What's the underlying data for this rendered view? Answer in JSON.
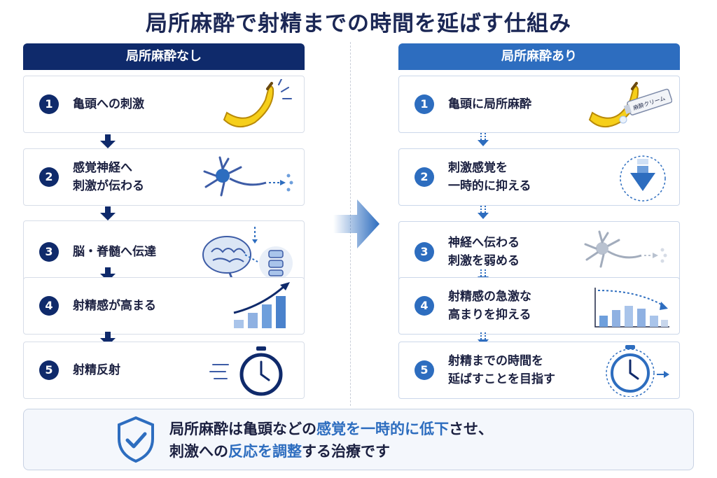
{
  "title": "局所麻酔で射精までの時間を延ばす仕組み",
  "left": {
    "header": "局所麻酔なし",
    "steps": [
      {
        "num": "1",
        "line1": "亀頭への刺激",
        "line2": ""
      },
      {
        "num": "2",
        "line1": "感覚神経へ",
        "line2": "刺激が伝わる"
      },
      {
        "num": "3",
        "line1": "脳・脊髄へ伝達",
        "line2": ""
      },
      {
        "num": "4",
        "line1": "射精感が高まる",
        "line2": ""
      },
      {
        "num": "5",
        "line1": "射精反射",
        "line2": ""
      }
    ]
  },
  "right": {
    "header": "局所麻酔あり",
    "steps": [
      {
        "num": "1",
        "line1": "亀頭に局所麻酔",
        "line2": ""
      },
      {
        "num": "2",
        "line1": "刺激感覚を",
        "line2": "一時的に抑える"
      },
      {
        "num": "3",
        "line1": "神経へ伝わる",
        "line2": "刺激を弱める"
      },
      {
        "num": "4",
        "line1": "射精感の急激な",
        "line2": "高まりを抑える"
      },
      {
        "num": "5",
        "line1": "射精までの時間を",
        "line2": "延ばすことを目指す"
      }
    ],
    "cream_label": "麻酔クリーム"
  },
  "summary": {
    "line1_a": "局所麻酔は亀頭などの",
    "line1_hl": "感覚を一時的に低下",
    "line1_b": "させ、",
    "line2_a": "刺激への",
    "line2_hl": "反応を調整",
    "line2_b": "する治療です"
  },
  "icons": {
    "left": [
      "banana-icon",
      "neuron-icon",
      "brain-spine-icon",
      "bar-chart-up-icon",
      "stopwatch-icon"
    ],
    "right": [
      "banana-cream-icon",
      "down-arrow-circle-icon",
      "faded-neuron-icon",
      "bar-chart-flat-icon",
      "stopwatch-extended-icon"
    ],
    "summary": "shield-check-icon"
  },
  "colors": {
    "navy": "#0f2a6b",
    "blue": "#2d6dbf",
    "light_blue": "#9fbde6"
  }
}
